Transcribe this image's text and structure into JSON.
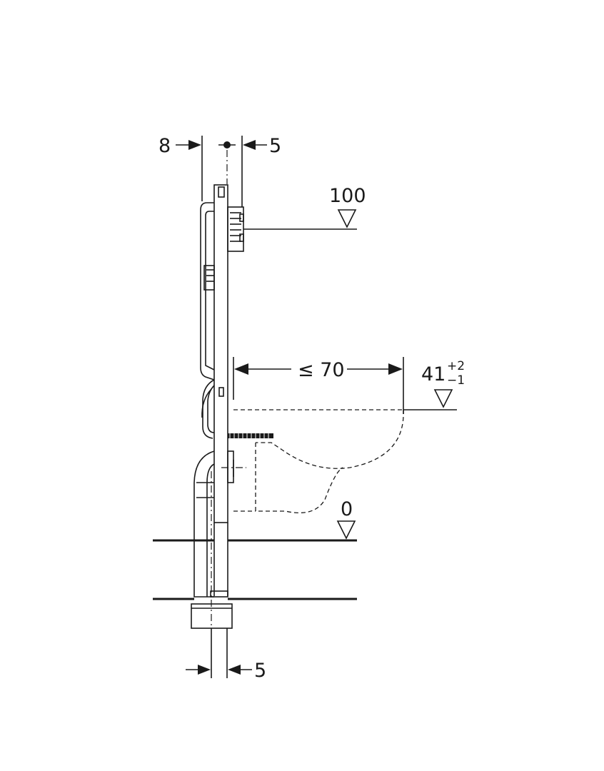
{
  "dimensions": {
    "frame_depth_left": "8",
    "frame_gap_top_right": "5",
    "flush_plate_height": "100",
    "projection": "≤ 70",
    "bowl_height_main": "41",
    "bowl_height_upper_tol": "+2",
    "bowl_height_lower_tol": "−1",
    "floor_level": "0",
    "pipe_offset_bottom": "5"
  }
}
